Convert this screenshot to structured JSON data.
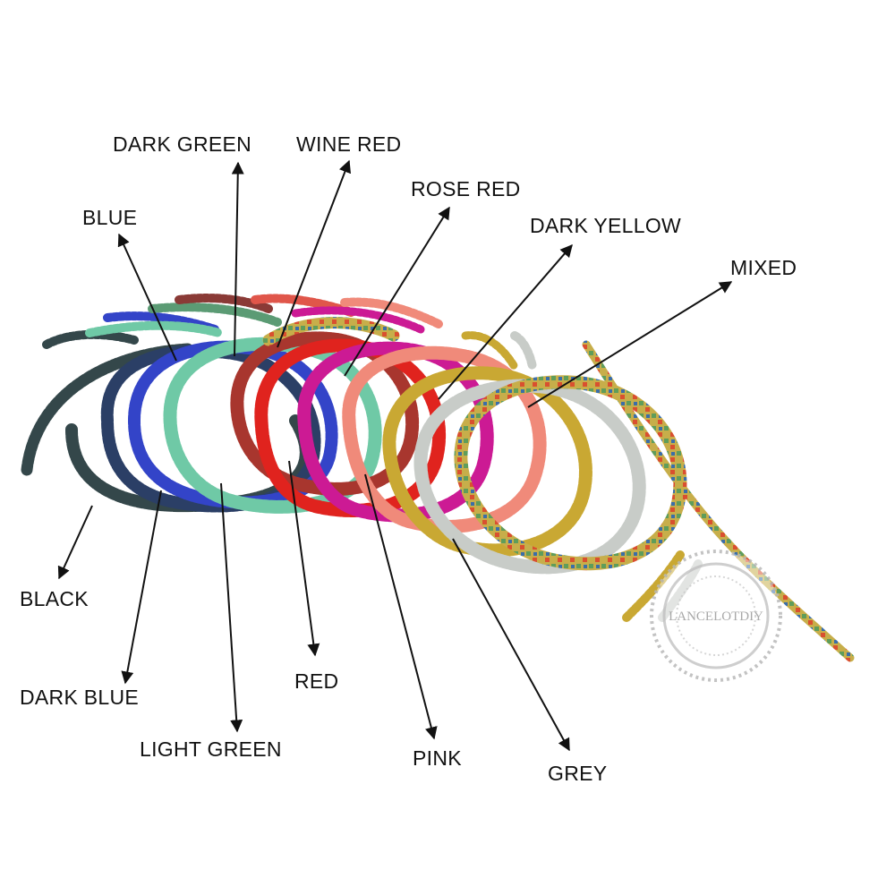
{
  "labels": {
    "dark_green": "DARK GREEN",
    "wine_red": "WINE RED",
    "rose_red": "ROSE RED",
    "blue": "BLUE",
    "dark_yellow": "DARK YELLOW",
    "mixed": "MIXED",
    "black": "BLACK",
    "dark_blue": "DARK BLUE",
    "light_green": "LIGHT GREEN",
    "red": "RED",
    "pink": "PINK",
    "grey": "GREY"
  },
  "watermark": "LANCELOTDIY",
  "colors": {
    "black": "#34474a",
    "dark_blue": "#2b3f66",
    "blue": "#3344c8",
    "light_green": "#6fc9a6",
    "dark_green": "#5b9b74",
    "wine_red": "#a8362e",
    "red": "#e0231e",
    "rose_red": "#cc1a94",
    "pink": "#f08a7a",
    "dark_yellow": "#c9a833",
    "grey": "#c8ccc8",
    "mixed": "#b8a24a",
    "mixed_alt": "#5f9d5a",
    "arrow": "#111111"
  }
}
